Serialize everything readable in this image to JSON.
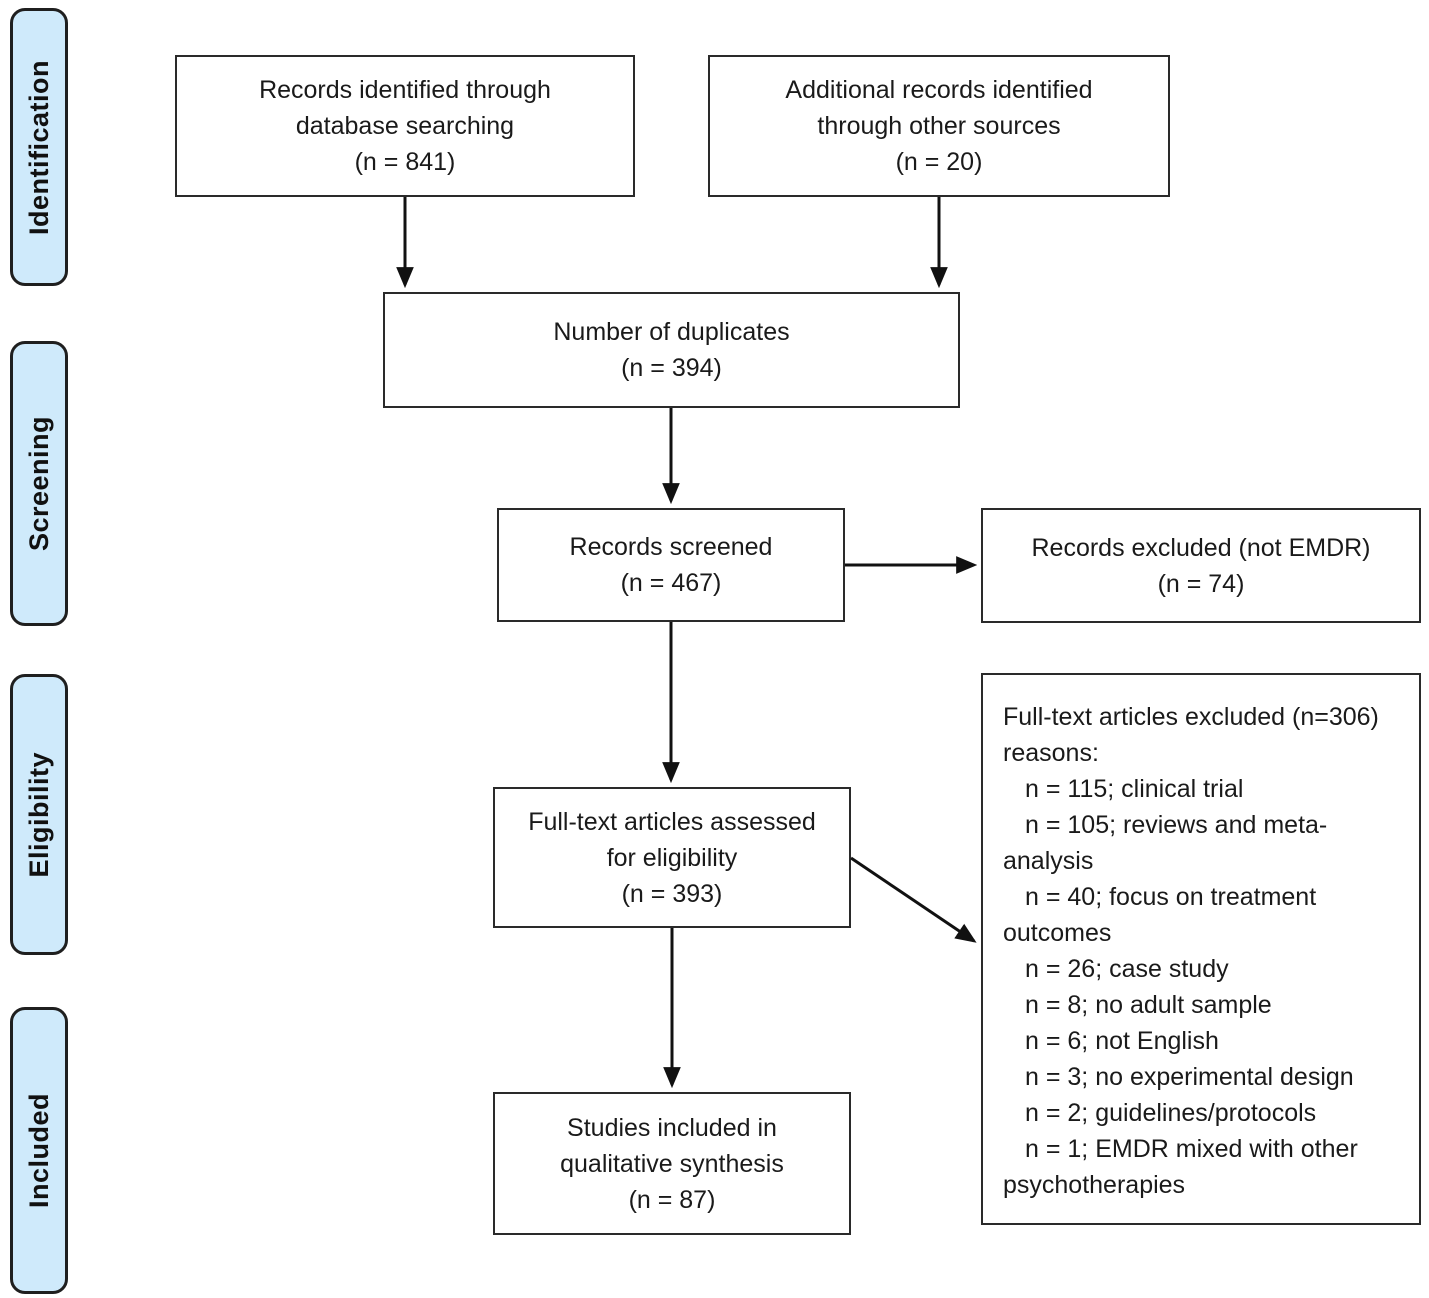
{
  "diagram_type": "prisma-flowchart",
  "colors": {
    "stage_fill": "#cfeafb",
    "stage_border": "#1f1f1f",
    "box_border": "#2a2a2a",
    "text": "#1a1a1a",
    "arrow": "#111111"
  },
  "stages": [
    {
      "label": "Identification"
    },
    {
      "label": "Screening"
    },
    {
      "label": "Eligibility"
    },
    {
      "label": "Included"
    }
  ],
  "boxes": {
    "records_identified": {
      "label": "Records identified through\ndatabase searching\n(n = 841)"
    },
    "additional_records": {
      "label": "Additional records identified\nthrough other sources\n(n = 20)"
    },
    "duplicates": {
      "label": "Number of duplicates\n(n = 394)"
    },
    "records_screened": {
      "label": "Records screened\n(n = 467)"
    },
    "records_excluded": {
      "label": "Records excluded (not EMDR)\n(n = 74)"
    },
    "fulltext_assessed": {
      "label": "Full-text articles assessed\nfor eligibility\n(n = 393)"
    },
    "fulltext_excluded": {
      "title": "Full-text articles excluded (n=306)\nreasons:",
      "reasons": [
        "n = 115; clinical trial",
        "n = 105; reviews and meta-analysis",
        "n = 40; focus on treatment outcomes",
        "n = 26; case study",
        "n = 8; no adult sample",
        "n = 6; not English",
        "n = 3; no experimental design",
        "n = 2; guidelines/protocols",
        "n = 1; EMDR mixed with other psychotherapies"
      ]
    },
    "studies_included": {
      "label": "Studies included in\nqualitative synthesis\n(n = 87)"
    }
  }
}
